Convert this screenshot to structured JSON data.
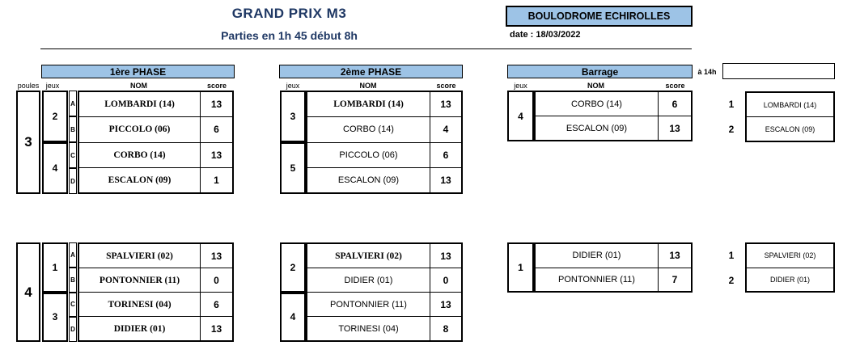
{
  "header": {
    "title": "GRAND PRIX M3",
    "subtitle": "Parties en 1h 45 début 8h",
    "venue": "BOULODROME ECHIROLLES",
    "date": "date : 18/03/2022",
    "afternoon_label": "à 14h"
  },
  "colors": {
    "accent_blue": "#9DC3E6",
    "title_navy": "#1F3864",
    "border_black": "#000000"
  },
  "col_headers": {
    "poules": "poules",
    "jeux": "jeux",
    "nom": "NOM",
    "score": "score"
  },
  "phase1": {
    "title": "1ère PHASE",
    "pools": [
      {
        "poule": "3",
        "jeux": [
          "2",
          "4"
        ],
        "rows": [
          {
            "letter": "A",
            "name": "LOMBARDI (14)",
            "score": "13"
          },
          {
            "letter": "B",
            "name": "PICCOLO (06)",
            "score": "6"
          },
          {
            "letter": "C",
            "name": "CORBO (14)",
            "score": "13"
          },
          {
            "letter": "D",
            "name": "ESCALON (09)",
            "score": "1"
          }
        ]
      },
      {
        "poule": "4",
        "jeux": [
          "1",
          "3"
        ],
        "rows": [
          {
            "letter": "A",
            "name": "SPALVIERI (02)",
            "score": "13"
          },
          {
            "letter": "B",
            "name": "PONTONNIER (11)",
            "score": "0"
          },
          {
            "letter": "C",
            "name": "TORINESI (04)",
            "score": "6"
          },
          {
            "letter": "D",
            "name": "DIDIER (01)",
            "score": "13"
          }
        ]
      }
    ]
  },
  "phase2": {
    "title": "2ème PHASE",
    "pools": [
      {
        "jeux": [
          "3",
          "5"
        ],
        "rows": [
          {
            "name": "LOMBARDI (14)",
            "score": "13"
          },
          {
            "name": "CORBO (14)",
            "score": "4"
          },
          {
            "name": "PICCOLO (06)",
            "score": "6"
          },
          {
            "name": "ESCALON (09)",
            "score": "13"
          }
        ]
      },
      {
        "jeux": [
          "2",
          "4"
        ],
        "rows": [
          {
            "name": "SPALVIERI (02)",
            "score": "13"
          },
          {
            "name": "DIDIER (01)",
            "score": "0"
          },
          {
            "name": "PONTONNIER (11)",
            "score": "13"
          },
          {
            "name": "TORINESI (04)",
            "score": "8"
          }
        ]
      }
    ]
  },
  "barrage": {
    "title": "Barrage",
    "pools": [
      {
        "jeux": "4",
        "rows": [
          {
            "name": "CORBO (14)",
            "score": "6"
          },
          {
            "name": "ESCALON (09)",
            "score": "13"
          }
        ]
      },
      {
        "jeux": "1",
        "rows": [
          {
            "name": "DIDIER (01)",
            "score": "13"
          },
          {
            "name": "PONTONNIER (11)",
            "score": "7"
          }
        ]
      }
    ]
  },
  "qualified": [
    {
      "entries": [
        {
          "rank": "1",
          "name": "LOMBARDI (14)"
        },
        {
          "rank": "2",
          "name": "ESCALON (09)"
        }
      ]
    },
    {
      "entries": [
        {
          "rank": "1",
          "name": "SPALVIERI (02)"
        },
        {
          "rank": "2",
          "name": "DIDIER (01)"
        }
      ]
    }
  ]
}
